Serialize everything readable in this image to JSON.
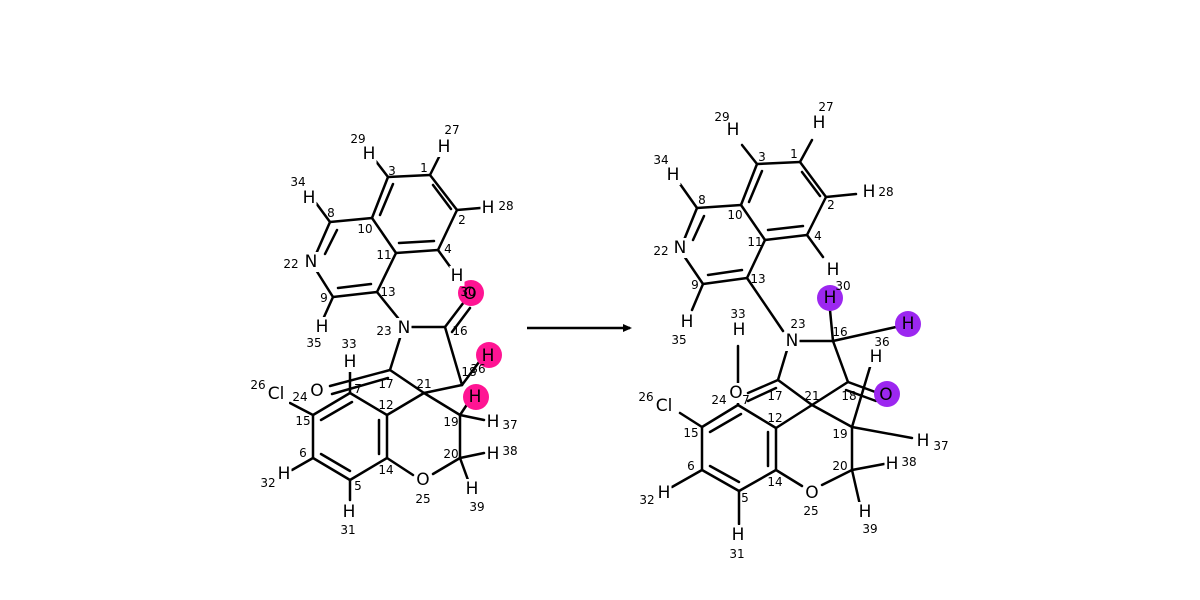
{
  "colors": {
    "reactant_highlight": "#ff1493",
    "product_highlight": "#9c27f0",
    "bond": "#000000",
    "background": "#ffffff"
  },
  "reactant": {
    "atoms": [
      {
        "id": "H27",
        "label": "H",
        "index": "27"
      },
      {
        "id": "H29",
        "label": "H",
        "index": "29"
      },
      {
        "id": "C3",
        "label": "",
        "index": "3"
      },
      {
        "id": "C1",
        "label": "",
        "index": "1"
      },
      {
        "id": "H34",
        "label": "H",
        "index": "34"
      },
      {
        "id": "C2",
        "label": "",
        "index": "2"
      },
      {
        "id": "H28",
        "label": "H",
        "index": "28"
      },
      {
        "id": "C8",
        "label": "",
        "index": "8"
      },
      {
        "id": "C10",
        "label": "",
        "index": "10"
      },
      {
        "id": "N22",
        "label": "N",
        "index": "22"
      },
      {
        "id": "C11",
        "label": "",
        "index": "11"
      },
      {
        "id": "C4",
        "label": "",
        "index": "4"
      },
      {
        "id": "H30",
        "label": "H",
        "index": "30"
      },
      {
        "id": "O",
        "label": "O",
        "index": ""
      },
      {
        "id": "C9",
        "label": "",
        "index": "9"
      },
      {
        "id": "C13",
        "label": "",
        "index": "13"
      },
      {
        "id": "H35",
        "label": "H",
        "index": "35"
      },
      {
        "id": "N23",
        "label": "N",
        "index": "23"
      },
      {
        "id": "C16",
        "label": "",
        "index": "16"
      },
      {
        "id": "H33",
        "label": "H",
        "index": "33"
      },
      {
        "id": "H36",
        "label": "H",
        "index": "36"
      },
      {
        "id": "Cl26",
        "label": "Cl",
        "index": "26"
      },
      {
        "id": "O7",
        "label": "O",
        "index": "7"
      },
      {
        "id": "C17",
        "label": "",
        "index": "17"
      },
      {
        "id": "C21",
        "label": "",
        "index": "21"
      },
      {
        "id": "C18",
        "label": "",
        "index": "18"
      },
      {
        "id": "C24",
        "label": "",
        "index": "24"
      },
      {
        "id": "C12",
        "label": "",
        "index": "12"
      },
      {
        "id": "H_r",
        "label": "H",
        "index": ""
      },
      {
        "id": "C15",
        "label": "",
        "index": "15"
      },
      {
        "id": "C19",
        "label": "",
        "index": "19"
      },
      {
        "id": "H37",
        "label": "H",
        "index": "37"
      },
      {
        "id": "C6",
        "label": "",
        "index": "6"
      },
      {
        "id": "C20",
        "label": "",
        "index": "20"
      },
      {
        "id": "H38",
        "label": "H",
        "index": "38"
      },
      {
        "id": "H32",
        "label": "H",
        "index": "32"
      },
      {
        "id": "C14",
        "label": "",
        "index": "14"
      },
      {
        "id": "O25",
        "label": "O",
        "index": "25"
      },
      {
        "id": "C5",
        "label": "",
        "index": "5"
      },
      {
        "id": "H39",
        "label": "H",
        "index": "39"
      },
      {
        "id": "H31",
        "label": "H",
        "index": "31"
      }
    ]
  },
  "product": {
    "atoms": [
      {
        "id": "H27",
        "label": "H",
        "index": "27"
      },
      {
        "id": "H29",
        "label": "H",
        "index": "29"
      },
      {
        "id": "C3",
        "label": "",
        "index": "3"
      },
      {
        "id": "C1",
        "label": "",
        "index": "1"
      },
      {
        "id": "H34",
        "label": "H",
        "index": "34"
      },
      {
        "id": "C8",
        "label": "",
        "index": "8"
      },
      {
        "id": "C2",
        "label": "",
        "index": "2"
      },
      {
        "id": "H28",
        "label": "H",
        "index": "28"
      },
      {
        "id": "C10",
        "label": "",
        "index": "10"
      },
      {
        "id": "N22",
        "label": "N",
        "index": "22"
      },
      {
        "id": "C11",
        "label": "",
        "index": "11"
      },
      {
        "id": "C4",
        "label": "",
        "index": "4"
      },
      {
        "id": "C9",
        "label": "",
        "index": "9"
      },
      {
        "id": "C13",
        "label": "",
        "index": "13"
      },
      {
        "id": "H_q",
        "label": "H",
        "index": ""
      },
      {
        "id": "H30",
        "label": "H",
        "index": "30"
      },
      {
        "id": "H35",
        "label": "H",
        "index": "35"
      },
      {
        "id": "N23",
        "label": "N",
        "index": "23"
      },
      {
        "id": "C16",
        "label": "",
        "index": "16"
      },
      {
        "id": "H36",
        "label": "H",
        "index": "36"
      },
      {
        "id": "H33",
        "label": "H",
        "index": "33"
      },
      {
        "id": "H_s",
        "label": "H",
        "index": ""
      },
      {
        "id": "O7",
        "label": "O",
        "index": "7"
      },
      {
        "id": "C24",
        "label": "",
        "index": "24"
      },
      {
        "id": "C17",
        "label": "",
        "index": "17"
      },
      {
        "id": "C21",
        "label": "",
        "index": "21"
      },
      {
        "id": "C18",
        "label": "",
        "index": "18"
      },
      {
        "id": "O_p",
        "label": "O",
        "index": ""
      },
      {
        "id": "Cl26",
        "label": "Cl",
        "index": "26"
      },
      {
        "id": "C15",
        "label": "",
        "index": "15"
      },
      {
        "id": "C12",
        "label": "",
        "index": "12"
      },
      {
        "id": "C19",
        "label": "",
        "index": "19"
      },
      {
        "id": "H37",
        "label": "H",
        "index": "37"
      },
      {
        "id": "C6",
        "label": "",
        "index": "6"
      },
      {
        "id": "C20",
        "label": "",
        "index": "20"
      },
      {
        "id": "H38",
        "label": "H",
        "index": "38"
      },
      {
        "id": "H32",
        "label": "H",
        "index": "32"
      },
      {
        "id": "C14",
        "label": "",
        "index": "14"
      },
      {
        "id": "O25",
        "label": "O",
        "index": "25"
      },
      {
        "id": "C5",
        "label": "",
        "index": "5"
      },
      {
        "id": "H39",
        "label": "H",
        "index": "39"
      },
      {
        "id": "H31",
        "label": "H",
        "index": "31"
      }
    ]
  }
}
